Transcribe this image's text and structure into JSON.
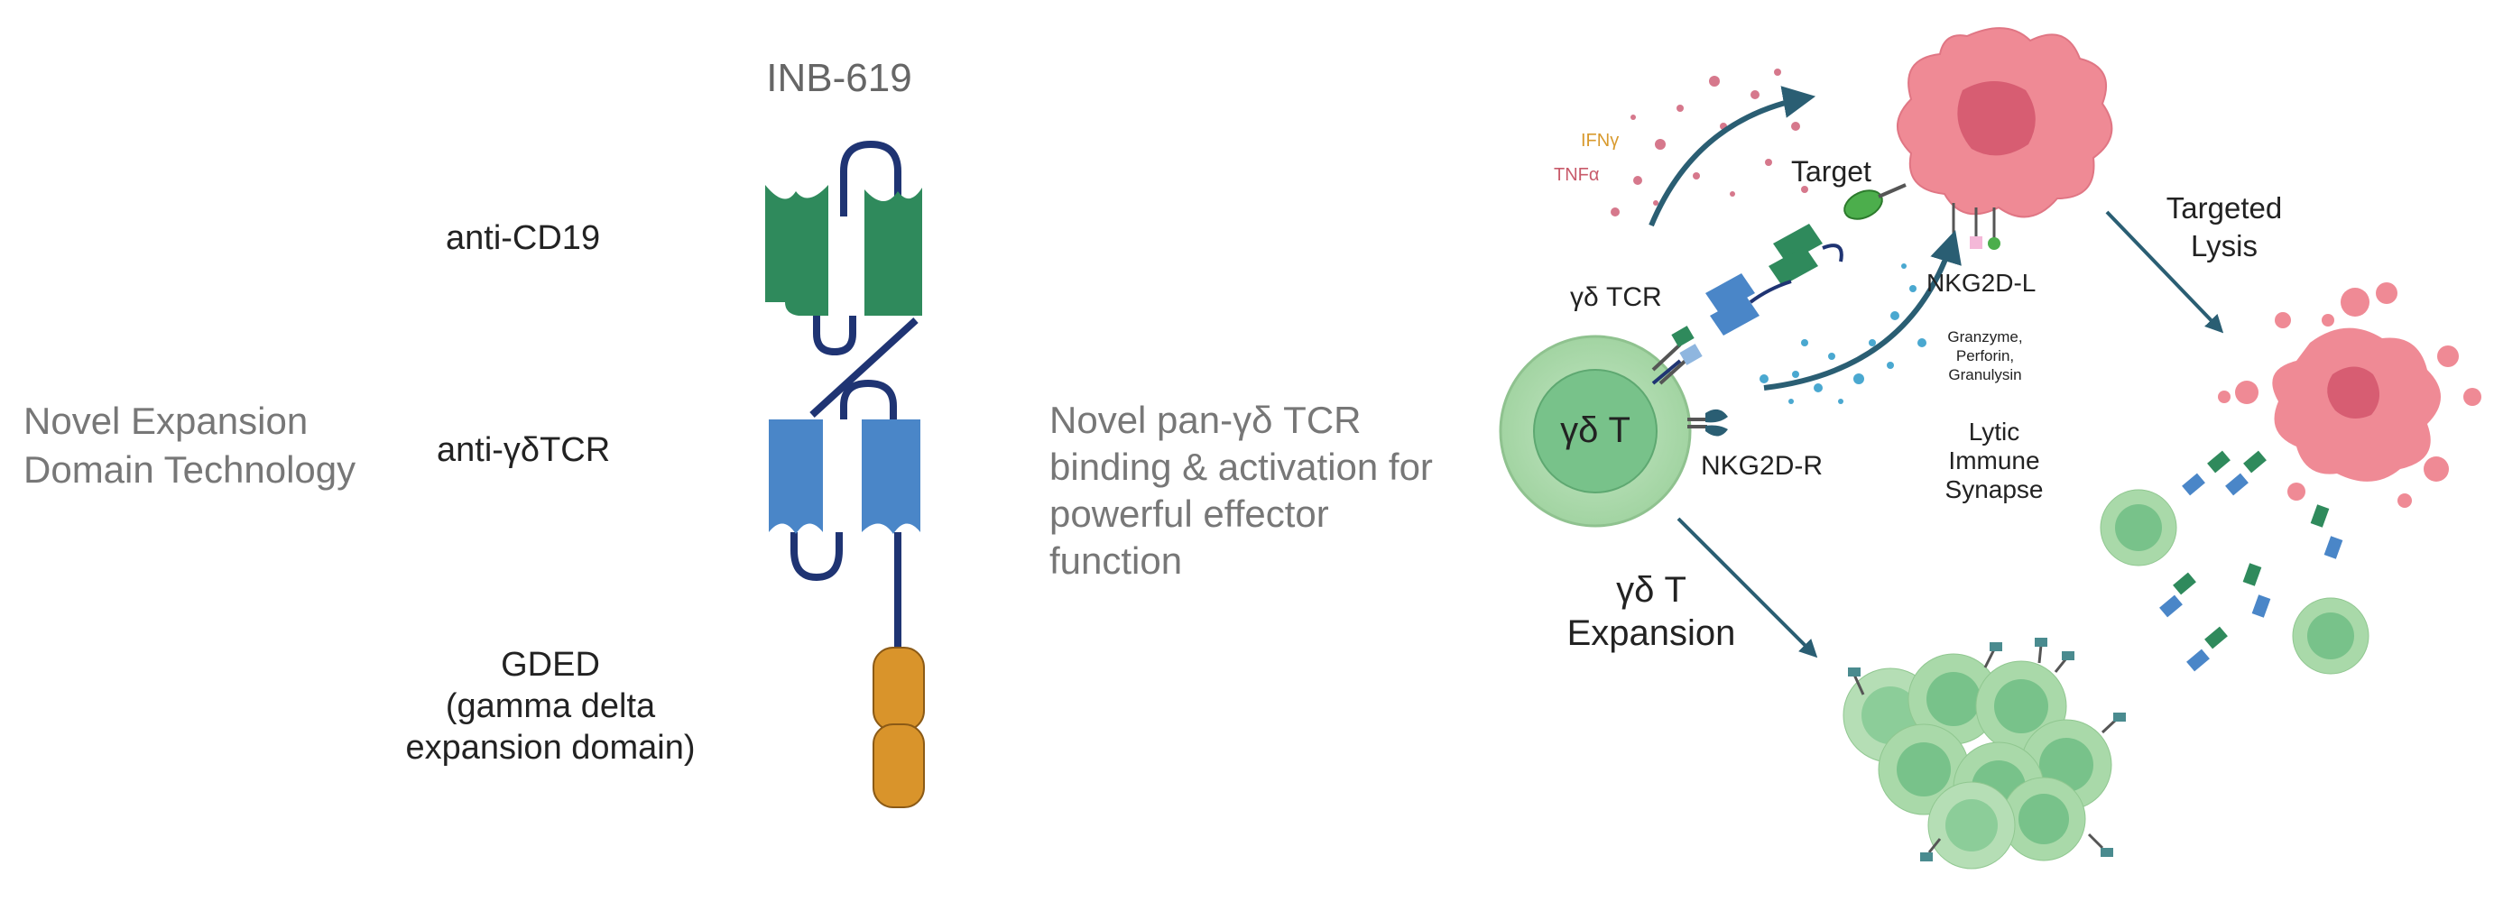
{
  "construct": {
    "title": "INB-619",
    "label_cd19": "anti-CD19",
    "label_gdtcr": "anti-γδTCR",
    "label_gded_1": "GDED",
    "label_gded_2": "(gamma delta",
    "label_gded_3": "expansion domain)",
    "colors": {
      "cd19": "#2f8a5c",
      "gdtcr": "#4a86c8",
      "gded": "#d9942b",
      "linker": "#1f3473"
    }
  },
  "left_caption": {
    "line1": "Novel Expansion",
    "line2": "Domain Technology"
  },
  "middle_caption": {
    "line1": "Novel pan-γδ TCR",
    "line2": "binding & activation for",
    "line3": "powerful effector",
    "line4": "function"
  },
  "mechanism": {
    "ifng": "IFNγ",
    "tnfa": "TNFα",
    "target": "Target",
    "gd_tcr": "γδ TCR",
    "nkg2d_l": "NKG2D-L",
    "granzyme_1": "Granzyme,",
    "granzyme_2": "Perforin,",
    "granzyme_3": "Granulysin",
    "gd_t_cell": "γδ T",
    "nkg2d_r": "NKG2D-R",
    "lytic_1": "Lytic",
    "lytic_2": "Immune",
    "lytic_3": "Synapse",
    "targeted_1": "Targeted",
    "targeted_2": "Lysis",
    "expansion_1": "γδ T",
    "expansion_2": "Expansion",
    "colors": {
      "t_cell_outer": "#a9d9a9",
      "t_cell_inner": "#78c28a",
      "tumor": "#ef8a95",
      "tumor_core": "#d75d72",
      "arrow": "#2a5e73"
    }
  }
}
